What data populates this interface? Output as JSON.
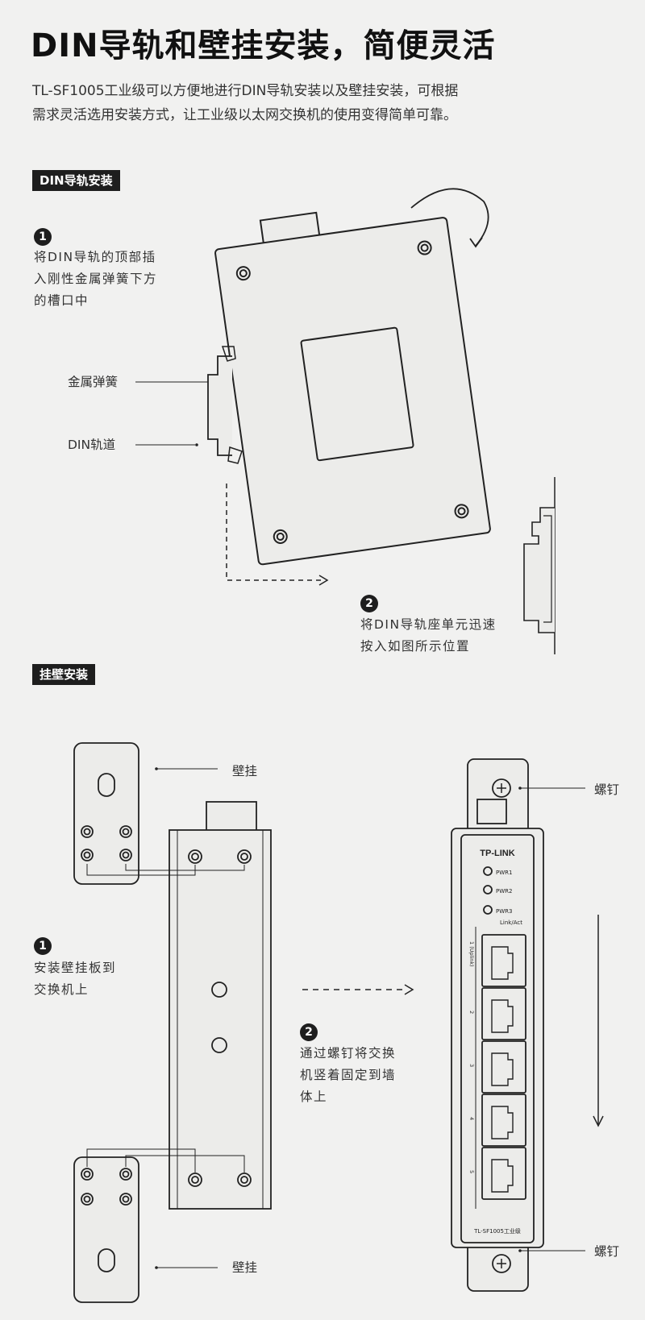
{
  "title": "DIN导轨和壁挂安装，简便灵活",
  "intro": {
    "line1": "TL-SF1005工业级可以方便地进行DIN导轨安装以及壁挂安装，可根据",
    "line2": "需求灵活选用安装方式，让工业级以太网交换机的使用变得简单可靠。"
  },
  "din_section": {
    "tag": "DIN导轨安装",
    "step1": {
      "num": "1",
      "lines": [
        "将DIN导轨的顶部插",
        "入刚性金属弹簧下方",
        "的槽口中"
      ]
    },
    "label_spring": "金属弹簧",
    "label_rail": "DIN轨道",
    "step2": {
      "num": "2",
      "lines": [
        "将DIN导轨座单元迅速",
        "按入如图所示位置"
      ]
    }
  },
  "wall_section": {
    "tag": "挂壁安装",
    "label_wallmount_top": "壁挂",
    "label_wallmount_bottom": "壁挂",
    "step1": {
      "num": "1",
      "lines": [
        "安装壁挂板到",
        "交换机上"
      ]
    },
    "step2": {
      "num": "2",
      "lines": [
        "通过螺钉将交换",
        "机竖着固定到墙",
        "体上"
      ]
    },
    "label_screw_top": "螺钉",
    "label_screw_bottom": "螺钉"
  },
  "device": {
    "brand": "TP-LINK",
    "leds": [
      "PWR1",
      "PWR2",
      "PWR3"
    ],
    "link_label": "Link/Act",
    "ports": [
      "1 (Uplink)",
      "2",
      "3",
      "4",
      "5"
    ],
    "model": "TL-SF1005工业级"
  }
}
